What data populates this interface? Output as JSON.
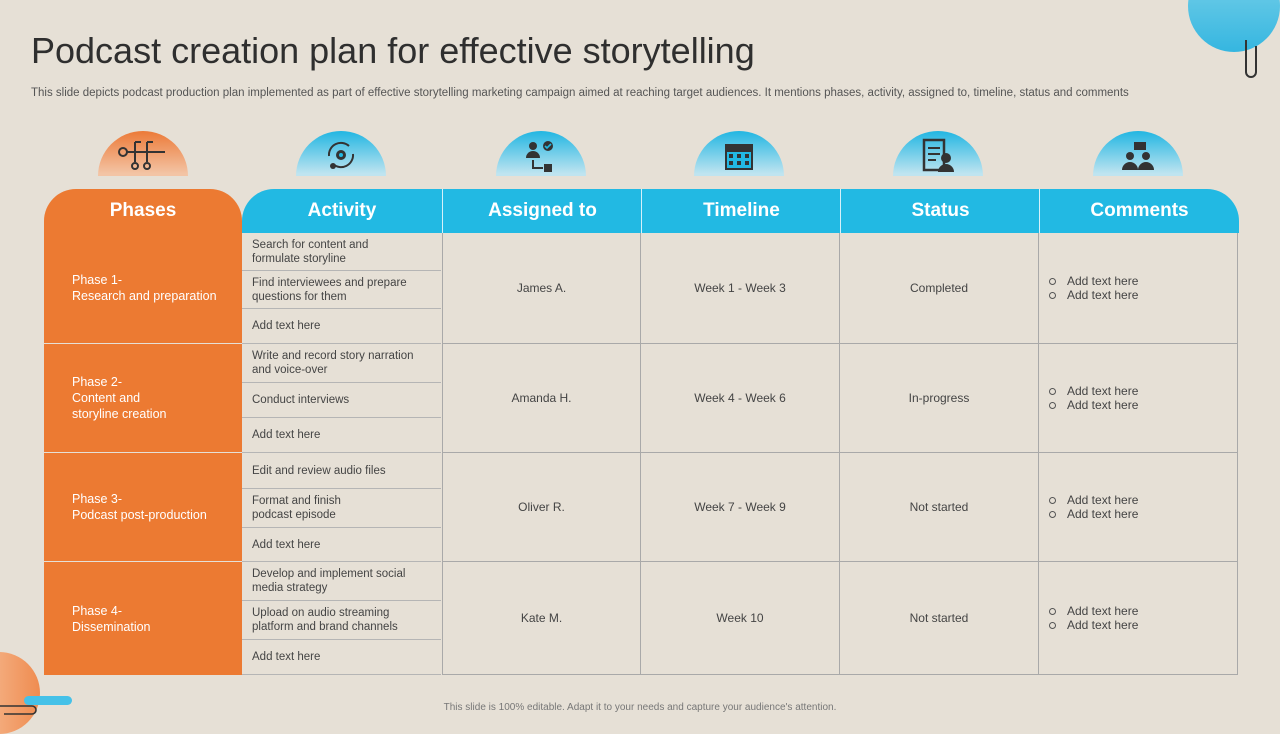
{
  "slide": {
    "title": "Podcast creation plan for effective storytelling",
    "subtitle": "This slide depicts podcast production plan implemented as part of effective storytelling marketing campaign aimed at reaching target audiences. It mentions phases, activity, assigned to, timeline, status and comments",
    "footer": "This slide is 100% editable. Adapt it to your needs and capture your audience's attention."
  },
  "colors": {
    "orange": "#ec7a32",
    "blue": "#22b9e3",
    "background": "#e6e0d6"
  },
  "header_icons": [
    "timeline-nodes-icon",
    "gear-cycle-icon",
    "assign-person-icon",
    "calendar-icon",
    "clipboard-person-icon",
    "chat-people-icon"
  ],
  "columns": [
    "Phases",
    "Activity",
    "Assigned to",
    "Timeline",
    "Status",
    "Comments"
  ],
  "rows": [
    {
      "phase": [
        "Phase 1-",
        "Research and preparation"
      ],
      "activities": [
        [
          "Search for content and",
          "formulate storyline"
        ],
        [
          "Find interviewees and prepare",
          "questions for them"
        ],
        [
          "Add text here"
        ]
      ],
      "assigned": "James A.",
      "timeline": "Week 1 - Week 3",
      "status": "Completed",
      "comments": [
        "Add text here",
        "Add text here"
      ]
    },
    {
      "phase": [
        "Phase 2-",
        "Content and",
        "storyline creation"
      ],
      "activities": [
        [
          "Write and record story narration",
          "and voice-over"
        ],
        [
          "Conduct interviews"
        ],
        [
          "Add text here"
        ]
      ],
      "assigned": "Amanda H.",
      "timeline": "Week 4 - Week 6",
      "status": "In-progress",
      "comments": [
        "Add text here",
        "Add text here"
      ]
    },
    {
      "phase": [
        "Phase 3-",
        "Podcast post-production"
      ],
      "activities": [
        [
          "Edit and review audio files"
        ],
        [
          "Format and finish",
          "podcast episode"
        ],
        [
          "Add text here"
        ]
      ],
      "assigned": "Oliver R.",
      "timeline": "Week 7 - Week 9",
      "status": "Not started",
      "comments": [
        "Add text here",
        "Add text here"
      ]
    },
    {
      "phase": [
        "Phase 4-",
        "Dissemination"
      ],
      "activities": [
        [
          "Develop and implement social",
          "media strategy"
        ],
        [
          "Upload on audio streaming",
          "platform and brand channels"
        ],
        [
          "Add text here"
        ]
      ],
      "assigned": "Kate M.",
      "timeline": "Week 10",
      "status": "Not started",
      "comments": [
        "Add text here",
        "Add text here"
      ]
    }
  ]
}
